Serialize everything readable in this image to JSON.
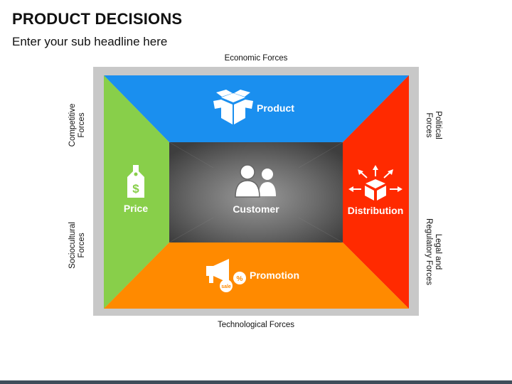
{
  "title": "PRODUCT DECISIONS",
  "subtitle": "Enter your sub headline here",
  "forces": {
    "top": "Economic Forces",
    "bottom": "Technological Forces",
    "left_upper": "Competitive\nForces",
    "left_lower": "Sociocultural\nForces",
    "right_upper": "Political\nForces",
    "right_lower": "Legal and\nRegulatory Forces"
  },
  "segments": {
    "product": {
      "label": "Product",
      "color": "#1a8fef",
      "icon": "open-box-icon"
    },
    "price": {
      "label": "Price",
      "color": "#88cf4a",
      "icon": "price-tag-icon"
    },
    "distribution": {
      "label": "Distribution",
      "color": "#ff2a00",
      "icon": "box-arrows-icon"
    },
    "promotion": {
      "label": "Promotion",
      "color": "#ff8a00",
      "icon": "megaphone-sale-icon"
    },
    "customer": {
      "label": "Customer",
      "color": "#5e5e5e",
      "icon": "users-icon"
    }
  },
  "icon_text": {
    "price_symbol": "$",
    "sale": "sale",
    "percent": "%"
  }
}
